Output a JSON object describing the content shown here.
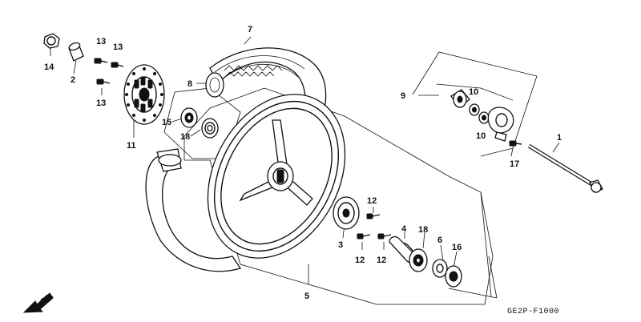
{
  "diagram": {
    "code": "GE2P-F1000",
    "direction": "FR.",
    "callouts": {
      "c1": "1",
      "c2": "2",
      "c3": "3",
      "c4": "4",
      "c5": "5",
      "c6": "6",
      "c7": "7",
      "c8": "8",
      "c9": "9",
      "c10a": "10",
      "c10b": "10",
      "c11": "11",
      "c12a": "12",
      "c12b": "12",
      "c12c": "12",
      "c13a": "13",
      "c13b": "13",
      "c13c": "13",
      "c14": "14",
      "c15": "15",
      "c16": "16",
      "c17": "17",
      "c18a": "18",
      "c18b": "18"
    }
  }
}
